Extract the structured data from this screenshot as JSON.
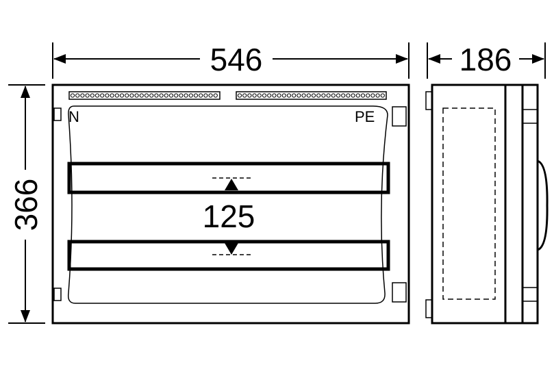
{
  "dimensions": {
    "width": "546",
    "depth": "186",
    "height": "366",
    "rail_spacing": "125"
  },
  "labels": {
    "neutral": "N",
    "protective_earth": "PE"
  },
  "colors": {
    "line": "#000000",
    "background": "#ffffff"
  }
}
